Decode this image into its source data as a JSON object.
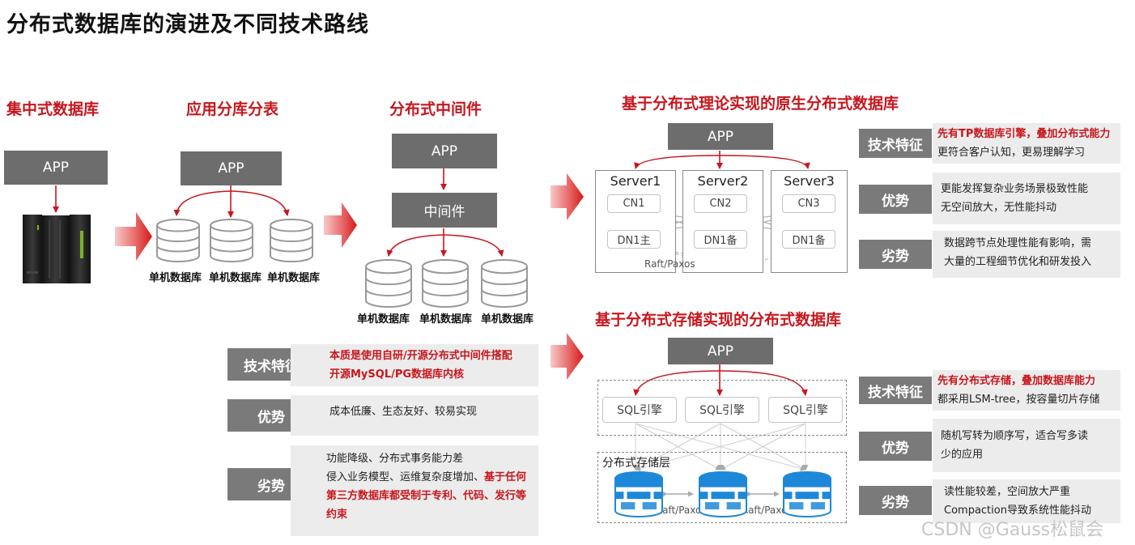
{
  "page_title": "分布式数据库的演进及不同技术路线",
  "stages": {
    "centralized": {
      "title": "集中式数据库",
      "app": "APP"
    },
    "sharding": {
      "title": "应用分库分表",
      "app": "APP",
      "db_labels": [
        "单机数据库",
        "单机数据库",
        "单机数据库"
      ]
    },
    "middleware": {
      "title": "分布式中间件",
      "app": "APP",
      "middleware": "中间件",
      "db_labels": [
        "单机数据库",
        "单机数据库",
        "单机数据库"
      ]
    }
  },
  "middleware_features": [
    {
      "tag": "技术特征",
      "lines": [
        {
          "text": "本质是使用自研/开源分布式中间件搭配",
          "red": true
        },
        {
          "text": "开源MySQL/PG数据库内核",
          "red": true
        }
      ]
    },
    {
      "tag": "优势",
      "lines": [
        {
          "text": "成本低廉、生态友好、较易实现",
          "red": false
        }
      ]
    },
    {
      "tag": "劣势",
      "lines": [
        {
          "text": "功能降级、分布式事务能力差",
          "red": false
        },
        {
          "text": "侵入业务模型、运维复杂度增加、",
          "red": false,
          "tail": "基于任何"
        },
        {
          "text": "第三方数据库都受制于专利、代码、发行等",
          "red": true
        },
        {
          "text": "约束",
          "red": true
        }
      ]
    }
  ],
  "native": {
    "title": "基于分布式理论实现的原生分布式数据库",
    "app": "APP",
    "servers": [
      {
        "name": "Server1",
        "cn": "CN1",
        "dn": "DN1主"
      },
      {
        "name": "Server2",
        "cn": "CN2",
        "dn": "DN1备"
      },
      {
        "name": "Server3",
        "cn": "CN3",
        "dn": "DN1备"
      }
    ],
    "raft": "Raft/Paxos",
    "features": [
      {
        "tag": "技术特征",
        "lines": [
          {
            "text": "先有TP数据库引擎，叠加分布式能力",
            "red": true
          },
          {
            "text": "更符合客户认知，更易理解学习",
            "red": false
          }
        ]
      },
      {
        "tag": "优势",
        "lines": [
          {
            "text": "更能发挥复杂业务场景极致性能",
            "red": false
          },
          {
            "text": "无空间放大，无性能抖动",
            "red": false
          }
        ]
      },
      {
        "tag": "劣势",
        "lines": [
          {
            "text": "数据跨节点处理性能有影响，需",
            "red": false
          },
          {
            "text": "大量的工程细节优化和研发投入",
            "red": false
          }
        ]
      }
    ]
  },
  "storage": {
    "title": "基于分布式存储实现的分布式数据库",
    "app": "APP",
    "sql_engines": [
      "SQL引擎",
      "SQL引擎",
      "SQL引擎"
    ],
    "storage_layer": "分布式存储层",
    "raft_labels": [
      "Raft/Paxos",
      "Raft/Paxos"
    ],
    "features": [
      {
        "tag": "技术特征",
        "lines": [
          {
            "text": "先有分布式存储，叠加数据库能力",
            "red": true
          },
          {
            "text": "都采用LSM-tree，按容量切片存储",
            "red": false
          }
        ]
      },
      {
        "tag": "优势",
        "lines": [
          {
            "text": "随机写转为顺序写，适合写多读",
            "red": false
          },
          {
            "text": "少的应用",
            "red": false
          }
        ]
      },
      {
        "tag": "劣势",
        "lines": [
          {
            "text": "读性能较差，空间放大严重",
            "red": false
          },
          {
            "text": "Compaction导致系统性能抖动",
            "red": false
          }
        ]
      }
    ]
  },
  "watermark": "CSDN @Gauss松鼠会",
  "colors": {
    "accent_red": "#c8161d",
    "box_gray": "#6d6d6d",
    "db_blue": "#1e88d8"
  }
}
